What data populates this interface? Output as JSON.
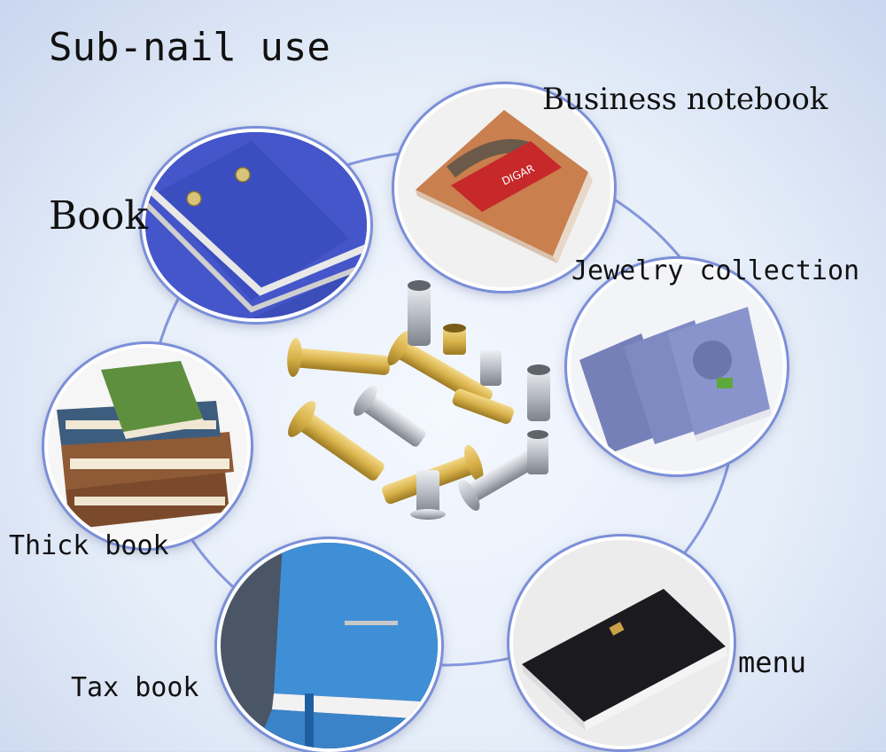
{
  "title": "Sub-nail use",
  "uses": {
    "book": "Book",
    "business_notebook": "Business notebook",
    "jewelry_collection": "Jewelry collection",
    "thick_book": "Thick book",
    "tax_book": "Tax book",
    "menu": "menu"
  },
  "colors": {
    "ring": "#7b8fd8",
    "brass": "#d9b24a",
    "steel": "#b8bcc4"
  }
}
